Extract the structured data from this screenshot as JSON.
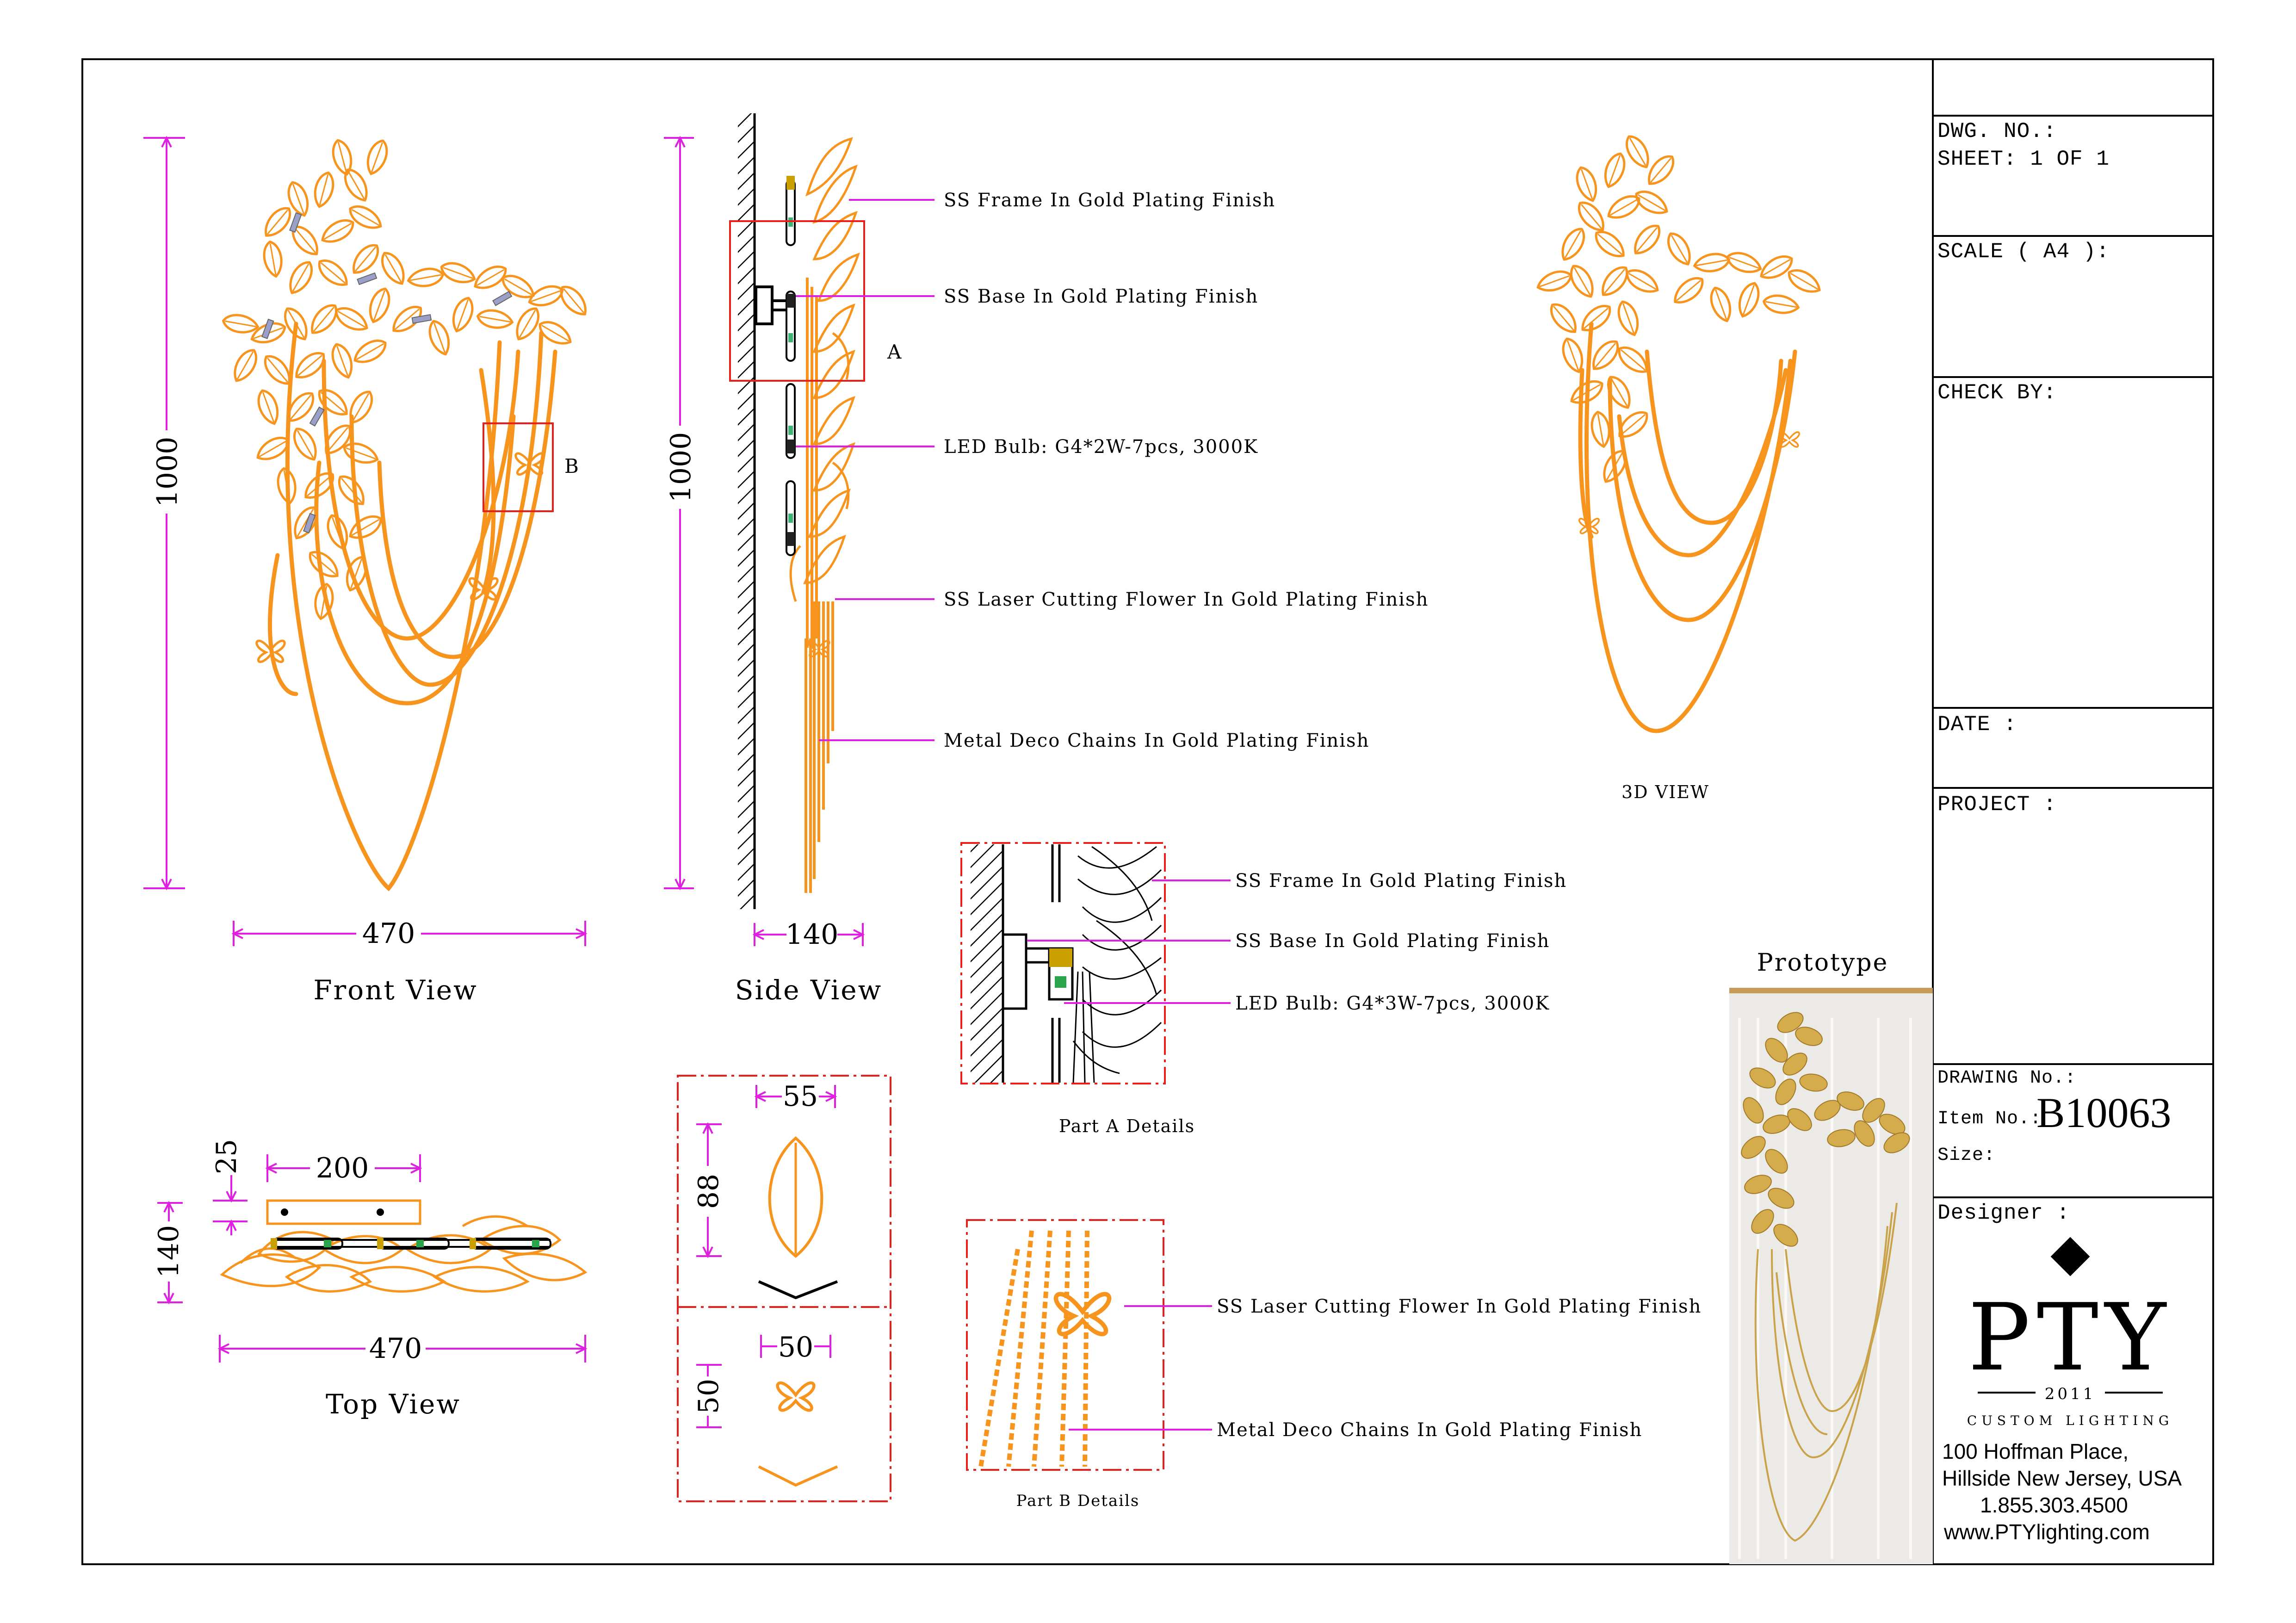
{
  "views": {
    "front": "Front View",
    "side": "Side View",
    "top": "Top View",
    "three_d": "3D VIEW",
    "part_a": "Part A Details",
    "part_b": "Part B Details",
    "prototype": "Prototype"
  },
  "markers": {
    "a": "A",
    "b": "B"
  },
  "dimensions": {
    "front_height": "1000",
    "front_width": "470",
    "side_height": "1000",
    "side_depth": "140",
    "top_height": "140",
    "top_offset": "25",
    "top_base_width": "200",
    "top_width": "470",
    "leaf_width": "55",
    "leaf_height": "88",
    "butterfly_width": "50",
    "butterfly_height": "50"
  },
  "callouts": {
    "side_frame": "SS Frame In Gold Plating Finish",
    "side_base": "SS Base In Gold Plating Finish",
    "side_led": "LED Bulb: G4*2W-7pcs, 3000K",
    "side_flower": "SS Laser Cutting Flower In Gold Plating Finish",
    "side_chains": "Metal Deco Chains In Gold Plating Finish",
    "a_frame": "SS Frame In Gold Plating Finish",
    "a_base": "SS Base In Gold Plating Finish",
    "a_led": "LED Bulb: G4*3W-7pcs, 3000K",
    "b_flower": "SS Laser Cutting Flower In Gold Plating Finish",
    "b_chains": "Metal Deco Chains In Gold Plating Finish"
  },
  "title_block": {
    "dwg_no": "DWG. NO.:",
    "sheet": "SHEET: 1 OF 1",
    "scale": "SCALE ( A4 ):",
    "check_by": "CHECK BY:",
    "date": "DATE :",
    "project": "PROJECT :",
    "drawing_no": "DRAWING No.:",
    "item_no_label": "Item No.:",
    "item_no": "B10063",
    "size": "Size:",
    "designer": "Designer :"
  },
  "brand": {
    "name": "PTY",
    "year": "2011",
    "tagline": "CUSTOM LIGHTING",
    "address1": "100 Hoffman Place,",
    "address2": "Hillside New Jersey, USA",
    "phone": "1.855.303.4500",
    "web": "www.PTYlighting.com"
  },
  "colors": {
    "product": "#f7941d",
    "dimension": "#e020e0",
    "detail_frame": "#e8201c",
    "callout_leader": "#e020e0",
    "border": "#000000"
  }
}
